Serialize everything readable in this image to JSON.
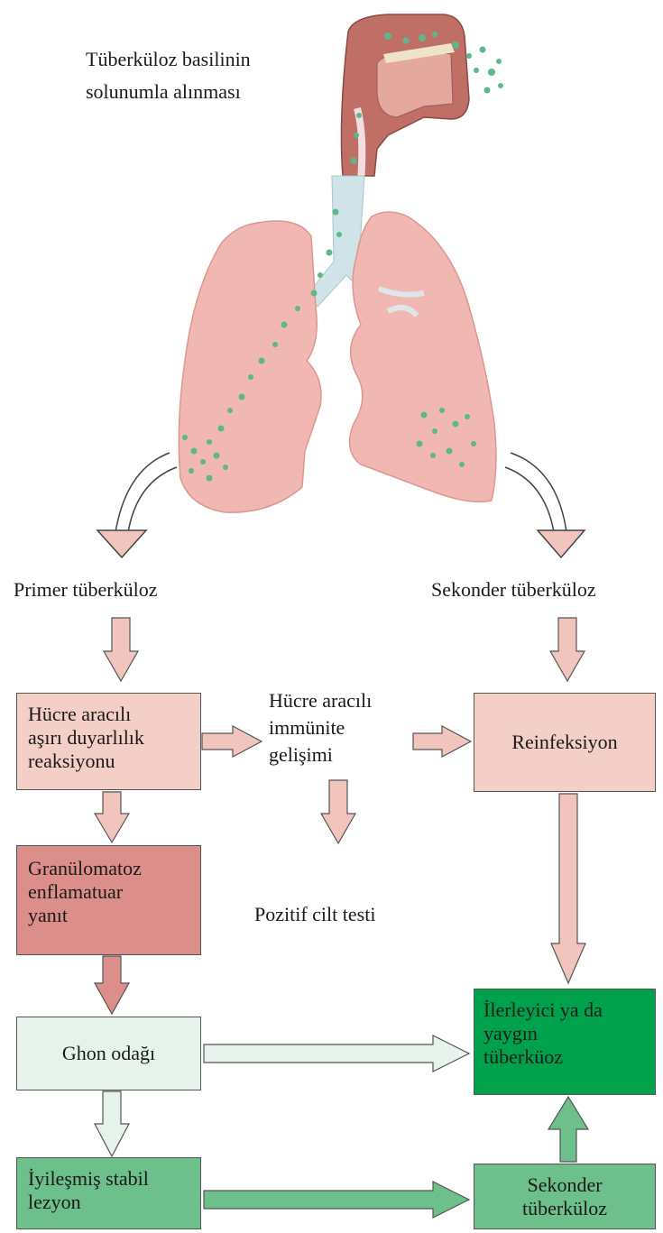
{
  "title": "Tüberküloz basilinin\nsolunumla alınması",
  "branches": {
    "primary": "Primer tüberküloz",
    "secondary": "Sekonder tüberküloz"
  },
  "middle": {
    "immunity": "Hücre aracılı\nimmünite\ngelişimi",
    "skin_test": "Pozitif cilt testi"
  },
  "boxes": {
    "hypersensitivity": "Hücre aracılı\naşırı duyarlılık\nreaksiyonu",
    "granulomatous": "Granülomatoz\nenflamatuar\nyanıt",
    "ghon": "Ghon odağı",
    "healed": "İyileşmiş stabil\nlezyon",
    "reinfection": "Reinfeksiyon",
    "progressive": "İlerleyici ya da\nyaygın\ntüberküoz",
    "secondary_tb": "Sekonder\ntüberküloz"
  },
  "colors": {
    "pink_box": "#f4cfc8",
    "dark_pink_box": "#dc8e8a",
    "light_green_box": "#e6f3ea",
    "mid_green_box": "#6dbf8b",
    "dark_green_box": "#00a14b",
    "arrow_pink": "#f1c4bd",
    "arrow_green": "#d6ecdd"
  }
}
